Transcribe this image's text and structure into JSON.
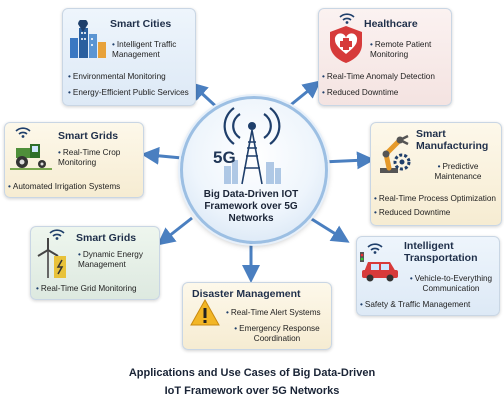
{
  "hub": {
    "badge": "5G",
    "title": "Big Data-Driven IOT Framework over 5G Networks"
  },
  "cards": {
    "smart_cities": {
      "title": "Smart Cities",
      "items": [
        "Intelligent Traffic Management",
        "Environmental Monitoring",
        "Energy-Efficient Public Services"
      ]
    },
    "healthcare": {
      "title": "Healthcare",
      "items": [
        "Remote Patient Monitoring",
        "Real-Time Anomaly Detection",
        "Reduced Downtime"
      ]
    },
    "smart_grids_1": {
      "title": "Smart Grids",
      "items": [
        "Real-Time Crop Monitoring",
        "Automated Irrigation Systems"
      ]
    },
    "smart_manufacturing": {
      "title": "Smart Manufacturing",
      "items": [
        "Predictive Maintenance",
        "Real-Time Process Optimization",
        "Reduced Downtime"
      ]
    },
    "smart_grids_2": {
      "title": "Smart Grids",
      "items": [
        "Dynamic Energy Management",
        "Real-Time Grid Monitoring"
      ]
    },
    "intelligent_transportation": {
      "title": "Intelligent Transportation",
      "items": [
        "Vehicle-to-Everything Communication",
        "Safety & Traffic Management"
      ]
    },
    "disaster_management": {
      "title": "Disaster Management",
      "items": [
        "Real-Time Alert Systems",
        "Emergency Response Coordination"
      ]
    }
  },
  "caption": {
    "line1": "Applications and Use Cases of Big Data-Driven",
    "line2": "IoT Framework over 5G Networks"
  },
  "icons": [
    "city-icon",
    "heart-shield-icon",
    "tractor-icon",
    "robot-arm-icon",
    "wind-turbine-icon",
    "car-icon",
    "warning-icon",
    "cell-tower-icon",
    "wifi-icon"
  ],
  "colors": {
    "arrow": "#4a7fc0",
    "accent": "#1f3f6b"
  }
}
